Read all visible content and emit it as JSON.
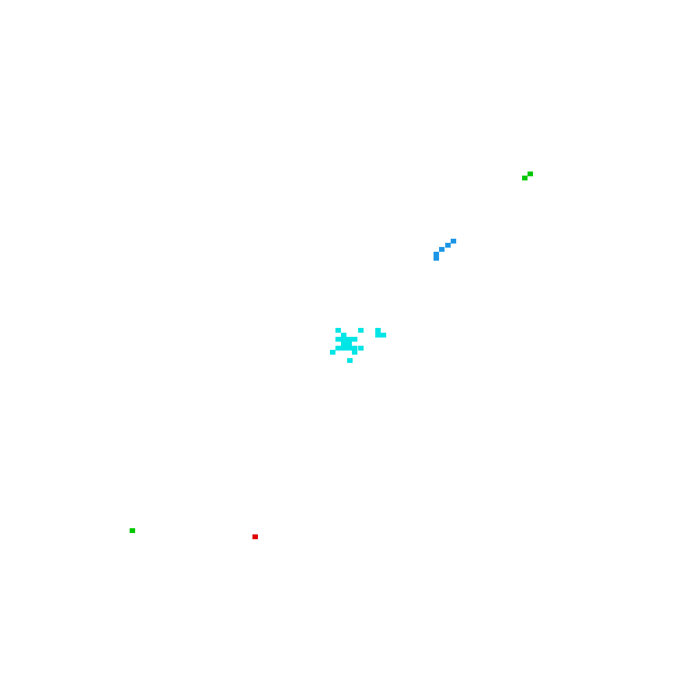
{
  "palette": {
    "background": "#ffffff",
    "cyan": "#00e5e5",
    "blue": "#1e96e6",
    "green": "#00c800",
    "red": "#e00000"
  },
  "clusters": [
    {
      "name": "cyan-cluster",
      "color_key": "cyan"
    },
    {
      "name": "blue-cluster",
      "color_key": "blue"
    },
    {
      "name": "green-cluster-top",
      "color_key": "green"
    },
    {
      "name": "green-cluster-bottom",
      "color_key": "green"
    },
    {
      "name": "red-cluster",
      "color_key": "red"
    }
  ]
}
